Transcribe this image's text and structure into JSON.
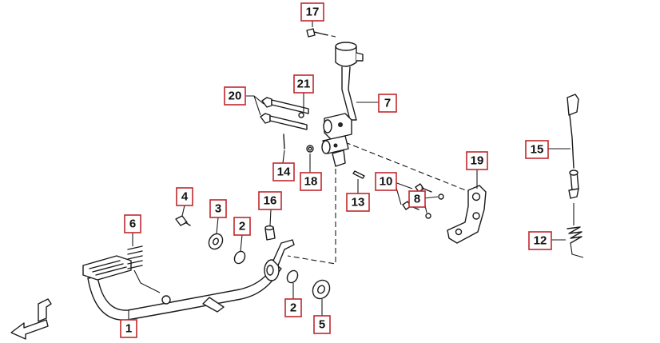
{
  "diagram": {
    "accent_color": "#c0282d",
    "callouts": [
      {
        "id": "c17",
        "label": "17"
      },
      {
        "id": "c21",
        "label": "21"
      },
      {
        "id": "c20",
        "label": "20"
      },
      {
        "id": "c7",
        "label": "7"
      },
      {
        "id": "c14",
        "label": "14"
      },
      {
        "id": "c18",
        "label": "18"
      },
      {
        "id": "c13",
        "label": "13"
      },
      {
        "id": "c19",
        "label": "19"
      },
      {
        "id": "c10",
        "label": "10"
      },
      {
        "id": "c8",
        "label": "8"
      },
      {
        "id": "c15",
        "label": "15"
      },
      {
        "id": "c12",
        "label": "12"
      },
      {
        "id": "c4",
        "label": "4"
      },
      {
        "id": "c3",
        "label": "3"
      },
      {
        "id": "c16",
        "label": "16"
      },
      {
        "id": "c2a",
        "label": "2"
      },
      {
        "id": "c6",
        "label": "6"
      },
      {
        "id": "c2b",
        "label": "2"
      },
      {
        "id": "c5",
        "label": "5"
      },
      {
        "id": "c1",
        "label": "1"
      }
    ],
    "parts": [
      {
        "id": "brake-pedal",
        "icon": "brake-pedal-icon"
      },
      {
        "id": "master-cylinder",
        "icon": "master-cylinder-icon"
      },
      {
        "id": "reservoir",
        "icon": "reservoir-icon"
      },
      {
        "id": "mounting-bracket",
        "icon": "bracket-icon"
      },
      {
        "id": "brake-light-switch",
        "icon": "switch-icon"
      },
      {
        "id": "return-spring",
        "icon": "spring-icon"
      },
      {
        "id": "front-direction-arrow",
        "icon": "front-arrow-icon"
      }
    ]
  }
}
